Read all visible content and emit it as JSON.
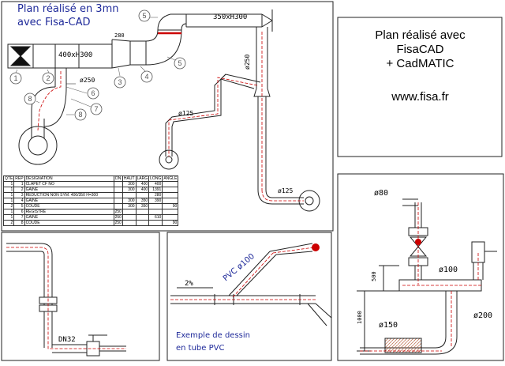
{
  "title_lines": [
    "Plan réalisé en 3mn",
    "avec Fisa-CAD"
  ],
  "promo": {
    "lines": [
      "Plan réalisé avec",
      "FisaCAD",
      "+ CadMATIC"
    ],
    "url": "www.fisa.fr"
  },
  "duct_labels": {
    "main": "400xH300",
    "upper": "350xH300",
    "dim280": "280",
    "d250a": "ø250",
    "d250b": "ø250",
    "d125a": "ø125",
    "d125b": "ø125"
  },
  "balloons": [
    "1",
    "2",
    "3",
    "4",
    "5",
    "5",
    "6",
    "7",
    "8",
    "8"
  ],
  "table": {
    "headers": [
      "QTE",
      "REP",
      "DESIGNATION",
      "DN",
      "HAUT",
      "LARG",
      "LONG",
      "ANGLE"
    ],
    "rows": [
      [
        "1",
        "1",
        "CLAPET CF NO",
        "",
        "300",
        "400",
        "400",
        ""
      ],
      [
        "1",
        "2",
        "GAINE",
        "",
        "300",
        "400",
        "1391",
        ""
      ],
      [
        "1",
        "3",
        "REDUCTION NON SYM. 400/350 H=300",
        "",
        "",
        "",
        "280",
        ""
      ],
      [
        "1",
        "4",
        "GAINE",
        "",
        "300",
        "350",
        "390",
        ""
      ],
      [
        "2",
        "5",
        "COUDE",
        "",
        "300",
        "350",
        "",
        "90"
      ],
      [
        "1",
        "6",
        "REGISTRE",
        "250",
        "",
        "",
        "",
        ""
      ],
      [
        "1",
        "7",
        "GAINE",
        "250",
        "",
        "",
        "610",
        ""
      ],
      [
        "2",
        "8",
        "COUDE",
        "250",
        "",
        "",
        "",
        "90"
      ]
    ]
  },
  "bottom_left": {
    "dn": "DN32"
  },
  "pvc": {
    "pipe_label": "PVC ø100",
    "slope": "2%",
    "caption_lines": [
      "Exemple de dessin",
      "en tube PVC"
    ]
  },
  "right_panel": {
    "d80": "ø80",
    "d100": "ø100",
    "d150": "ø150",
    "d200": "ø200",
    "dim500": "500",
    "dim1000": "1000"
  },
  "colors": {
    "line": "#222222",
    "accent": "#cc0000",
    "handwriting": "#1f2a9a"
  }
}
